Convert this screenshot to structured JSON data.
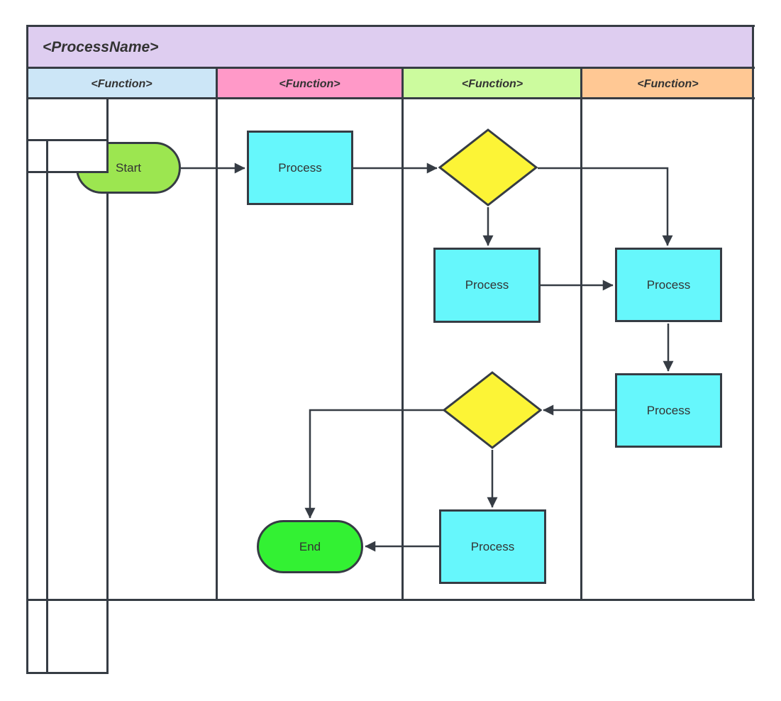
{
  "diagram": {
    "title": {
      "label": "<ProcessName>",
      "fill": "#DECDF0"
    },
    "lanes": [
      {
        "label": "<Function>",
        "fill": "#CCE6F7"
      },
      {
        "label": "<Function>",
        "fill": "#FF99C8"
      },
      {
        "label": "<Function>",
        "fill": "#CCFB9E"
      },
      {
        "label": "<Function>",
        "fill": "#FFC894"
      }
    ],
    "nodes": [
      {
        "id": "start",
        "type": "terminator",
        "label": "Start",
        "fill": "#9CE650"
      },
      {
        "id": "process-1",
        "type": "process",
        "label": "Process",
        "fill": "#66F7FC"
      },
      {
        "id": "decision-1",
        "type": "decision",
        "label": "",
        "fill": "#FCF436"
      },
      {
        "id": "process-2",
        "type": "process",
        "label": "Process",
        "fill": "#66F7FC"
      },
      {
        "id": "process-3",
        "type": "process",
        "label": "Process",
        "fill": "#66F7FC"
      },
      {
        "id": "process-4",
        "type": "process",
        "label": "Process",
        "fill": "#66F7FC"
      },
      {
        "id": "decision-2",
        "type": "decision",
        "label": "",
        "fill": "#FCF436"
      },
      {
        "id": "process-5",
        "type": "process",
        "label": "Process",
        "fill": "#66F7FC"
      },
      {
        "id": "end",
        "type": "terminator",
        "label": "End",
        "fill": "#33F133"
      }
    ],
    "line_color": "#363C44",
    "text_color": "#333333"
  }
}
